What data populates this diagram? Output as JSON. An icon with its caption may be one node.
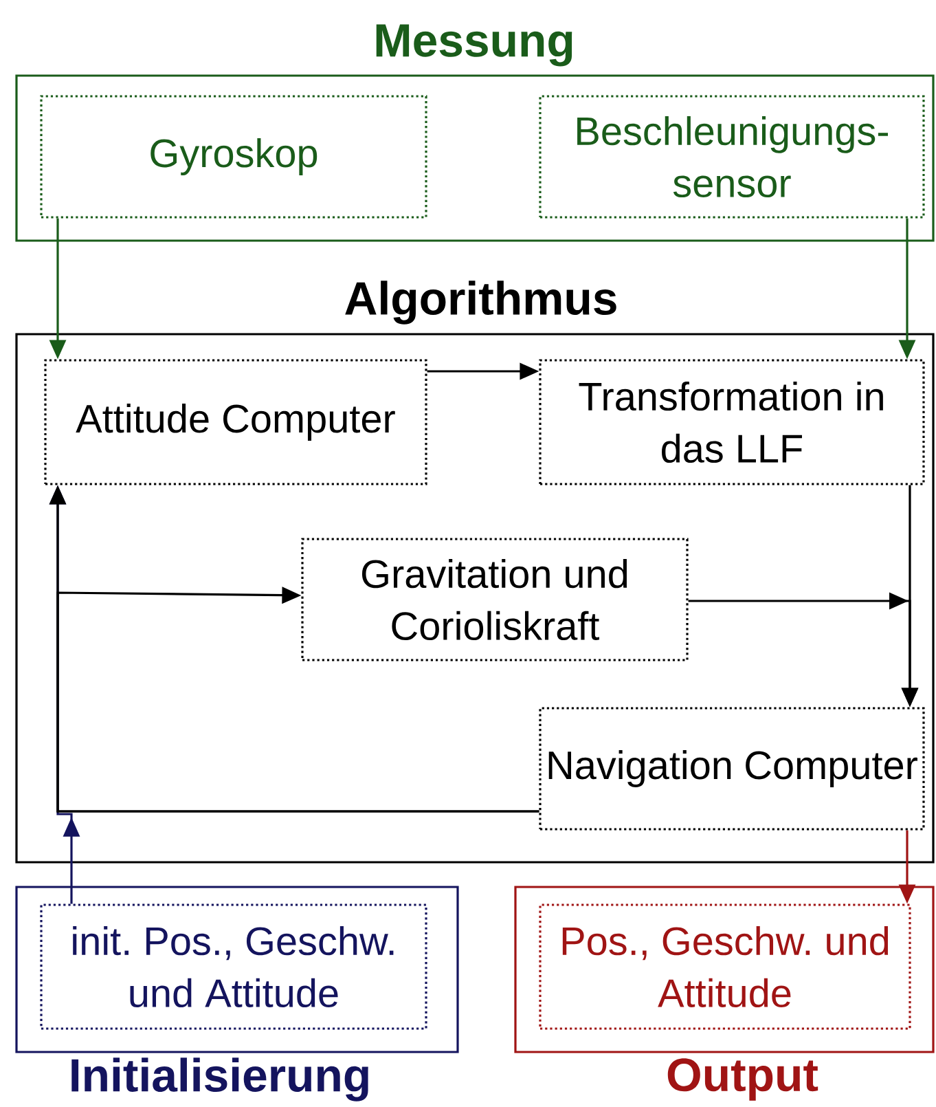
{
  "diagram": {
    "nodes": [
      {
        "text": [
          "Messung"
        ]
      },
      {
        "text": [
          "Gyroskop"
        ],
        "in": 0
      },
      {
        "text": [
          "Beschleunigungs- sensor"
        ],
        "in": 0
      },
      {
        "text": [
          "Algorithmus"
        ]
      },
      {
        "text": [
          "Attitude Computer"
        ],
        "in": 3
      },
      {
        "text": [
          "Transformation in das LLF"
        ],
        "in": 3
      },
      {
        "text": [
          "Gravitation und Corioliskraft"
        ],
        "in": 3
      },
      {
        "text": [
          "Navigation Computer"
        ],
        "in": 3
      },
      {
        "text": [
          "Initialisierung"
        ]
      },
      {
        "text": [
          "init. Pos., Geschw. und Attitude"
        ],
        "in": 8
      },
      {
        "text": [
          "Output"
        ]
      },
      {
        "text": [
          "Pos., Geschw. und Attitude"
        ],
        "in": 10
      }
    ],
    "edges": [
      {
        "from": 1,
        "to": 4,
        "arrow": "to",
        "color": "#1a5c1a"
      },
      {
        "from": 2,
        "to": 5,
        "arrow": "to",
        "color": "#1a5c1a"
      },
      {
        "from": 4,
        "to": 5,
        "arrow": "to"
      },
      {
        "from": 5,
        "to": 7,
        "arrow": "to"
      },
      {
        "from": 6,
        "to": 7,
        "arrow": "to"
      },
      {
        "from": 9,
        "to": 4,
        "arrow": "to",
        "color": "#14145e"
      },
      {
        "from": 7,
        "to": 4,
        "arrow": "to"
      },
      {
        "from": 7,
        "to": 6,
        "arrow": "to"
      },
      {
        "from": 7,
        "to": 11,
        "arrow": "to",
        "color": "#a01414"
      }
    ]
  }
}
